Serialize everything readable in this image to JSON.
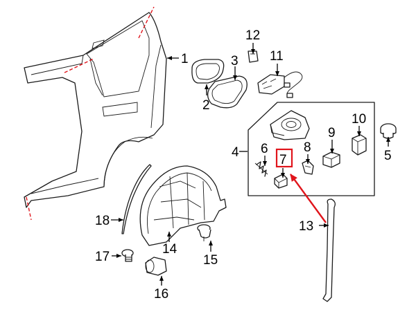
{
  "callouts": {
    "c1": "1",
    "c2": "2",
    "c3": "3",
    "c4": "4",
    "c5": "5",
    "c6": "6",
    "c7": "7",
    "c8": "8",
    "c9": "9",
    "c10": "10",
    "c11": "11",
    "c12": "12",
    "c13": "13",
    "c14": "14",
    "c15": "15",
    "c16": "16",
    "c17": "17",
    "c18": "18"
  },
  "highlight": {
    "callout": "7",
    "color": "#e0141b"
  },
  "colors": {
    "line": "#1a1a1a",
    "accent": "#e0141b",
    "background": "#ffffff"
  }
}
